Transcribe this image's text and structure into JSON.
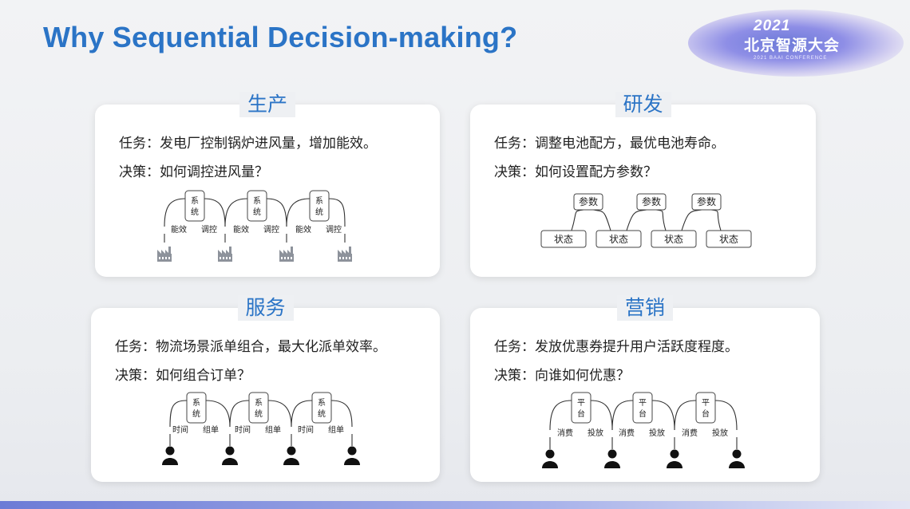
{
  "slide": {
    "title": "Why Sequential Decision-making?"
  },
  "logo": {
    "year": "2021",
    "name": "北京智源大会",
    "subtitle": "2021 BAAI CONFERENCE"
  },
  "cards": [
    {
      "title": "生产",
      "task": "任务：发电厂控制锅炉进风量，增加能效。",
      "decision": "决策：如何调控进风量？",
      "diagram": {
        "node": [
          "系",
          "统"
        ],
        "left": "能效",
        "right": "调控",
        "icon": "factory-icon"
      }
    },
    {
      "title": "研发",
      "task": "任务：调整电池配方，最优电池寿命。",
      "decision": "决策：如何设置配方参数？",
      "diagram": {
        "top": "参数",
        "bottom": "状态"
      }
    },
    {
      "title": "服务",
      "task": "任务：物流场景派单组合，最大化派单效率。",
      "decision": "决策：如何组合订单？",
      "diagram": {
        "node": [
          "系",
          "统"
        ],
        "left": "时间",
        "right": "组单",
        "icon": "person-icon"
      }
    },
    {
      "title": "营销",
      "task": "任务：发放优惠券提升用户活跃度程度。",
      "decision": "决策：向谁如何优惠？",
      "diagram": {
        "node": [
          "平",
          "台"
        ],
        "left": "消费",
        "right": "投放",
        "icon": "person-icon"
      }
    }
  ]
}
